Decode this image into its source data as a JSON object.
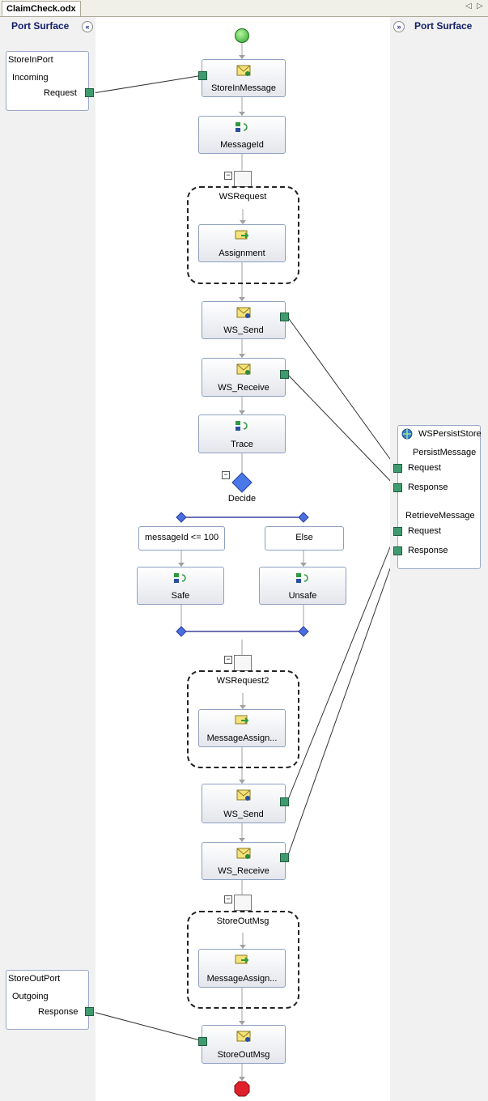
{
  "tab": {
    "title": "ClaimCheck.odx"
  },
  "left_surface": {
    "title": "Port Surface",
    "ports": [
      {
        "name": "StoreInPort",
        "operation": "Incoming",
        "message": "Request"
      },
      {
        "name": "StoreOutPort",
        "operation": "Outgoing",
        "message": "Response"
      }
    ]
  },
  "right_surface": {
    "title": "Port Surface",
    "port": {
      "name": "WSPersistStore",
      "op1": "PersistMessage",
      "op1_request": "Request",
      "op1_response": "Response",
      "op2": "RetrieveMessage",
      "op2_request": "Request",
      "op2_response": "Response"
    }
  },
  "shapes": {
    "store_in_message": "StoreInMessage",
    "message_id": "MessageId",
    "ws_request": "WSRequest",
    "assignment": "Assignment",
    "ws_send_1": "WS_Send",
    "ws_receive_1": "WS_Receive",
    "trace": "Trace",
    "decide": "Decide",
    "branch_1": "messageId <= 100",
    "branch_2": "Else",
    "safe": "Safe",
    "unsafe": "Unsafe",
    "ws_request2": "WSRequest2",
    "message_assign_1": "MessageAssign...",
    "ws_send_2": "WS_Send",
    "ws_receive_2": "WS_Receive",
    "store_out_msg_scope": "StoreOutMsg",
    "message_assign_2": "MessageAssign...",
    "store_out_msg": "StoreOutMsg"
  }
}
